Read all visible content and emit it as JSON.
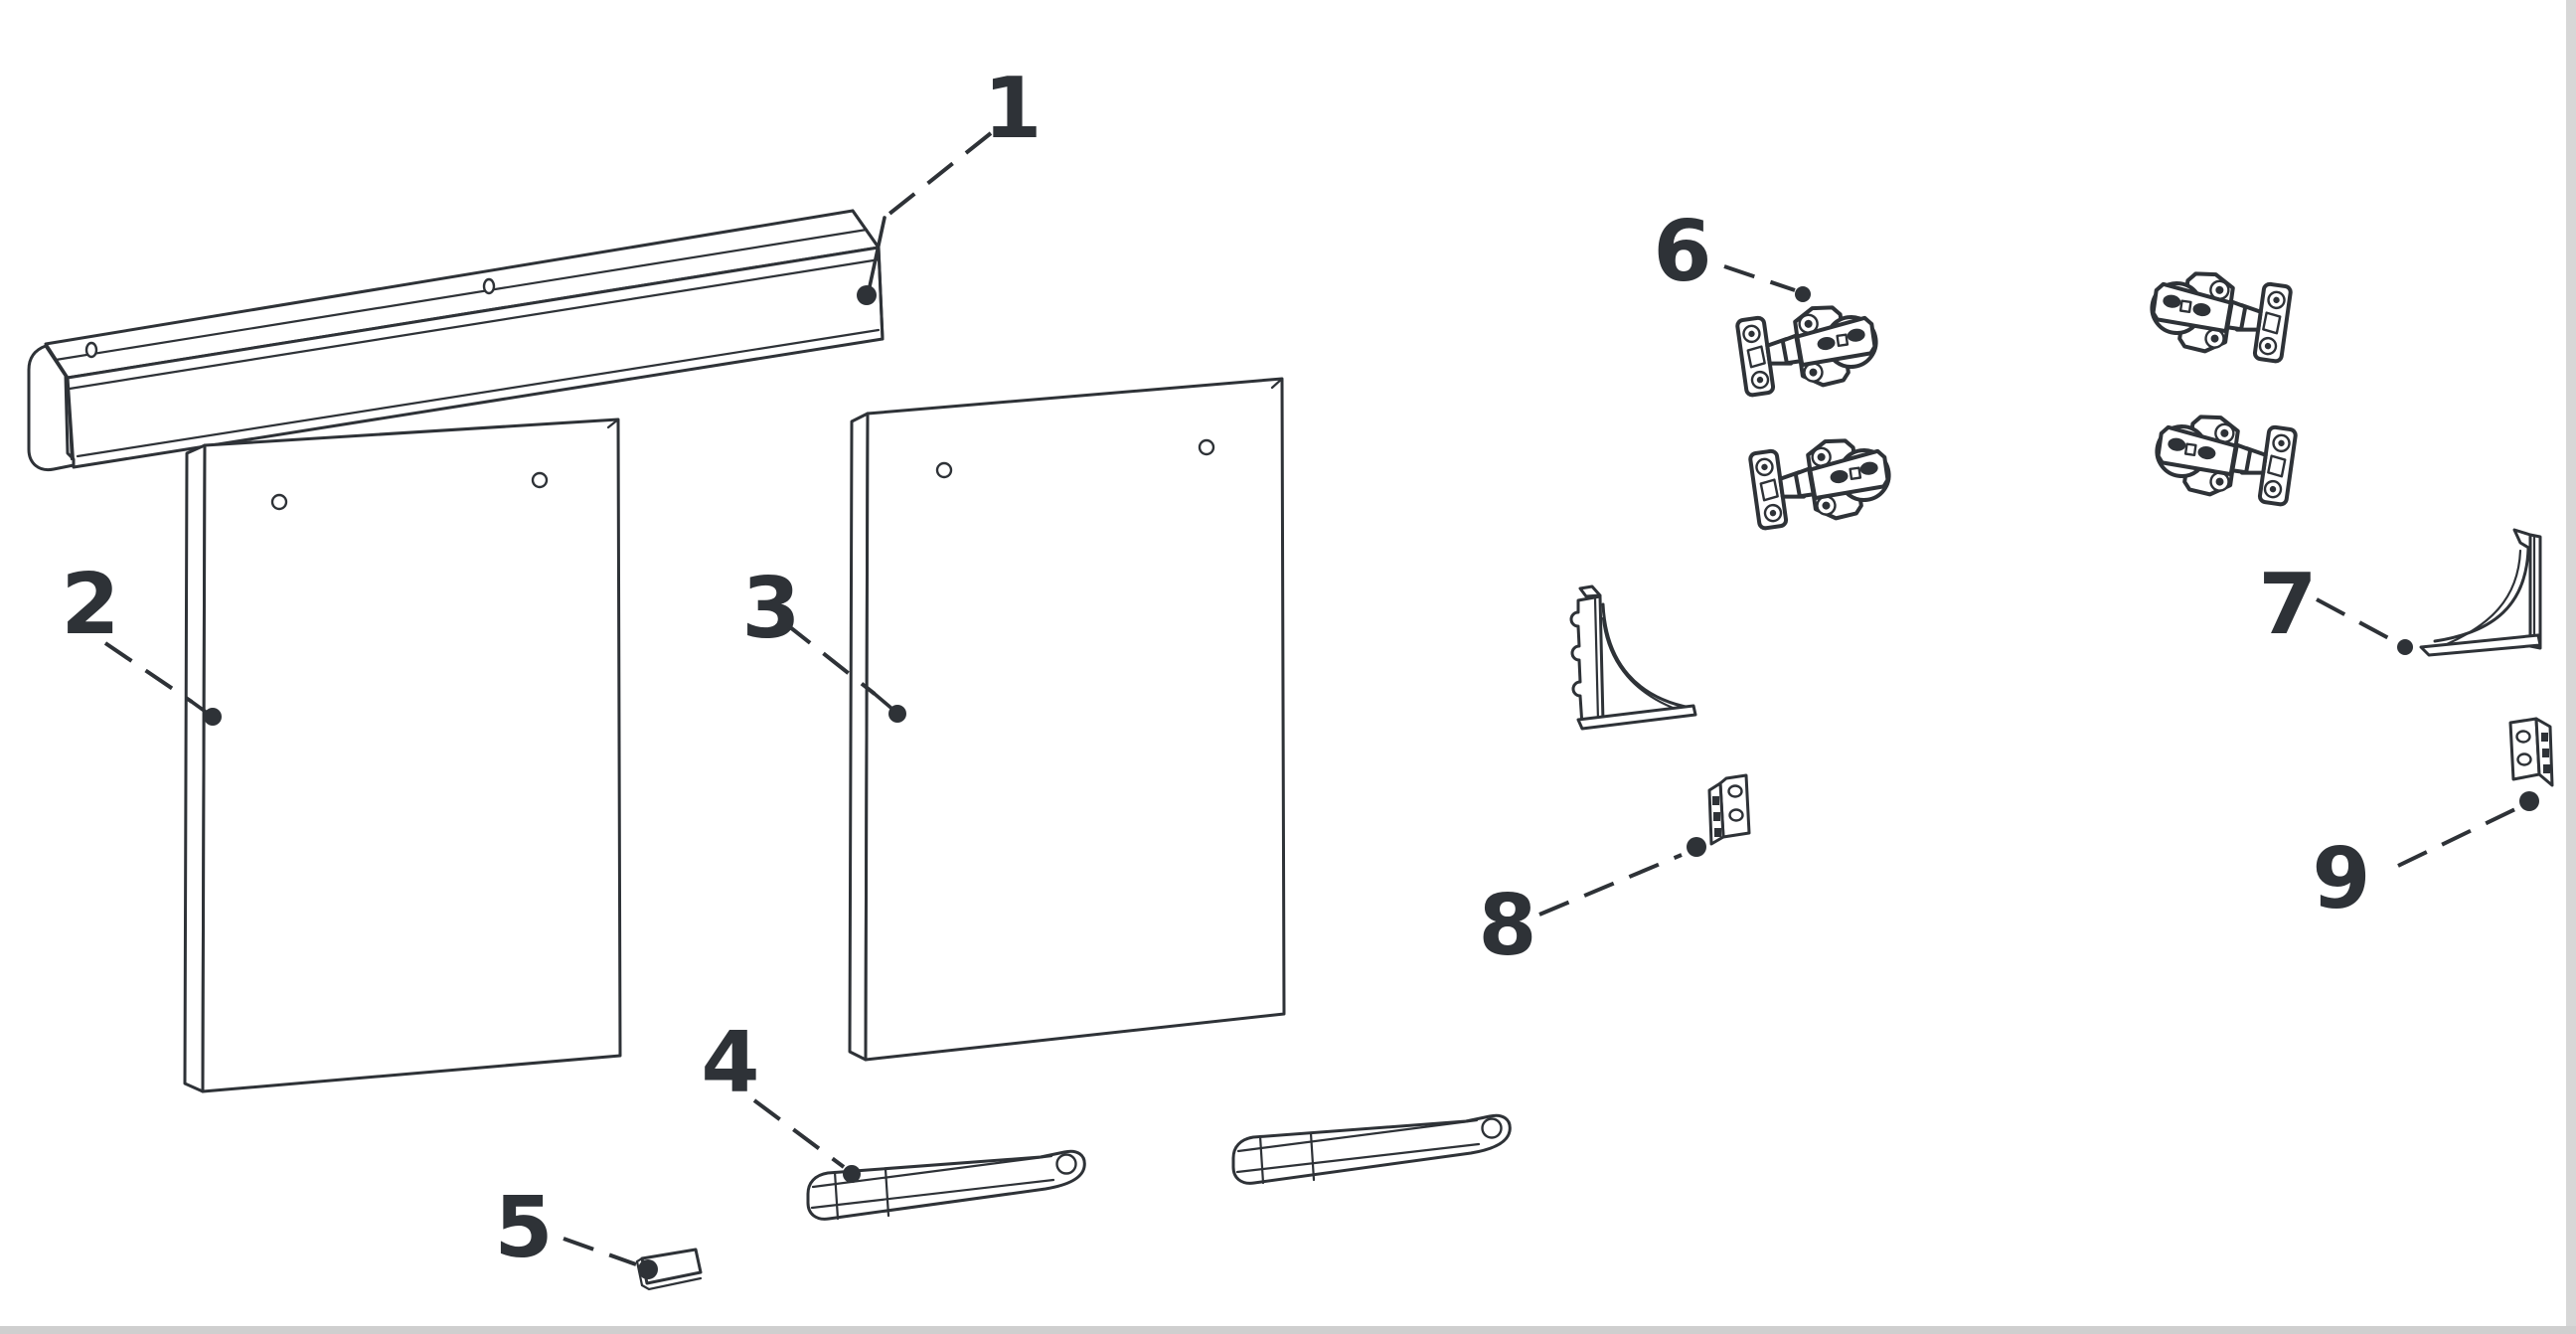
{
  "diagram": {
    "background_color": "#ffffff",
    "line_color": "#2e3237",
    "page_edge_color": "#d7d7d7",
    "callouts": [
      {
        "number": "1",
        "part": "top-rail"
      },
      {
        "number": "2",
        "part": "left-door-panel"
      },
      {
        "number": "3",
        "part": "right-door-panel"
      },
      {
        "number": "4",
        "part": "door-handle"
      },
      {
        "number": "5",
        "part": "handle-clip"
      },
      {
        "number": "6",
        "part": "hinge-set"
      },
      {
        "number": "7",
        "part": "corner-bracket"
      },
      {
        "number": "8",
        "part": "mounting-bracket-left"
      },
      {
        "number": "9",
        "part": "mounting-bracket-right"
      }
    ]
  }
}
